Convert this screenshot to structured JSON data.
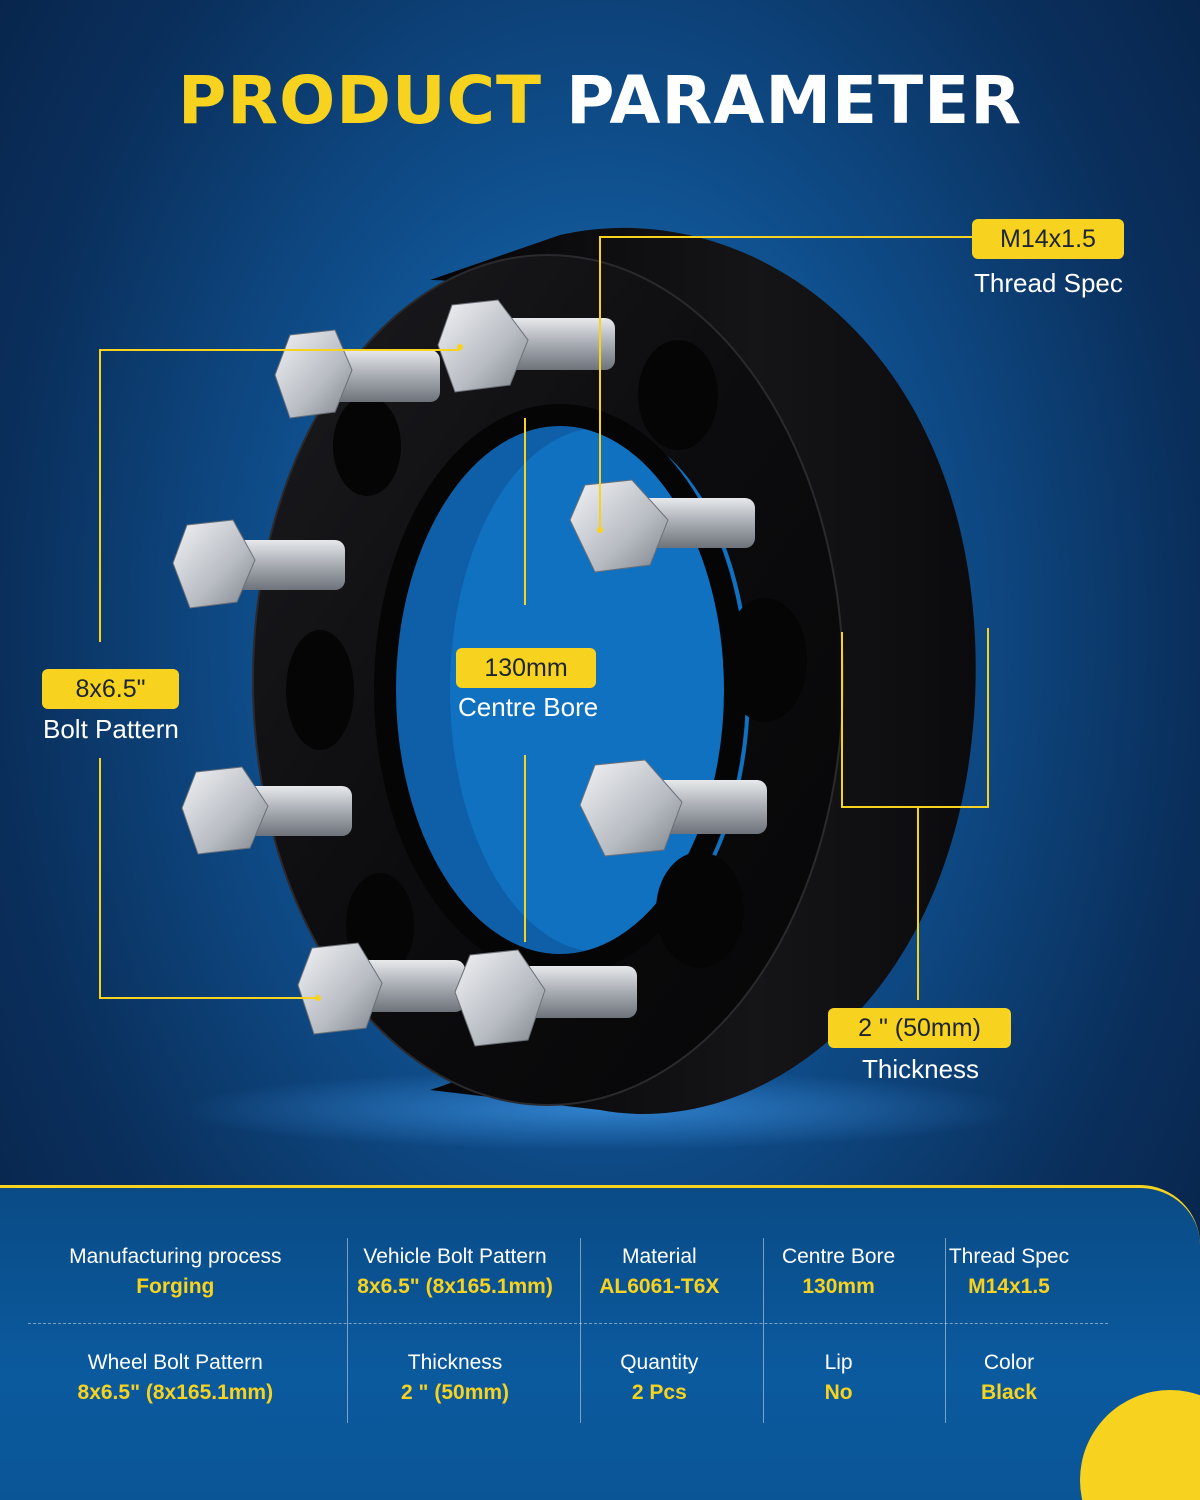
{
  "header": {
    "title_part1": "PRODUCT",
    "title_part2": "PARAMETER"
  },
  "colors": {
    "accent_yellow": "#f7d21e",
    "background_blue": "#0f4f8d",
    "spacer_black": "#0b0b0d",
    "bolt_silver": "#c9ccd1"
  },
  "callouts": {
    "thread": {
      "value": "M14x1.5",
      "label": "Thread Spec"
    },
    "bolt_pattern": {
      "value": "8x6.5\"",
      "label": "Bolt Pattern"
    },
    "centre_bore": {
      "value": "130mm",
      "label": "Centre Bore"
    },
    "thickness": {
      "value": "2 \" (50mm)",
      "label": "Thickness"
    }
  },
  "specs": {
    "row1": [
      {
        "label": "Manufacturing process",
        "value": "Forging"
      },
      {
        "label": "Vehicle Bolt Pattern",
        "value": "8x6.5\" (8x165.1mm)"
      },
      {
        "label": "Material",
        "value": "AL6061-T6X"
      },
      {
        "label": "Centre Bore",
        "value": "130mm"
      },
      {
        "label": "Thread Spec",
        "value": "M14x1.5"
      }
    ],
    "row2": [
      {
        "label": "Wheel Bolt Pattern",
        "value": "8x6.5\" (8x165.1mm)"
      },
      {
        "label": "Thickness",
        "value": "2 \" (50mm)"
      },
      {
        "label": "Quantity",
        "value": "2 Pcs"
      },
      {
        "label": "Lip",
        "value": "No"
      },
      {
        "label": "Color",
        "value": "Black"
      }
    ]
  }
}
